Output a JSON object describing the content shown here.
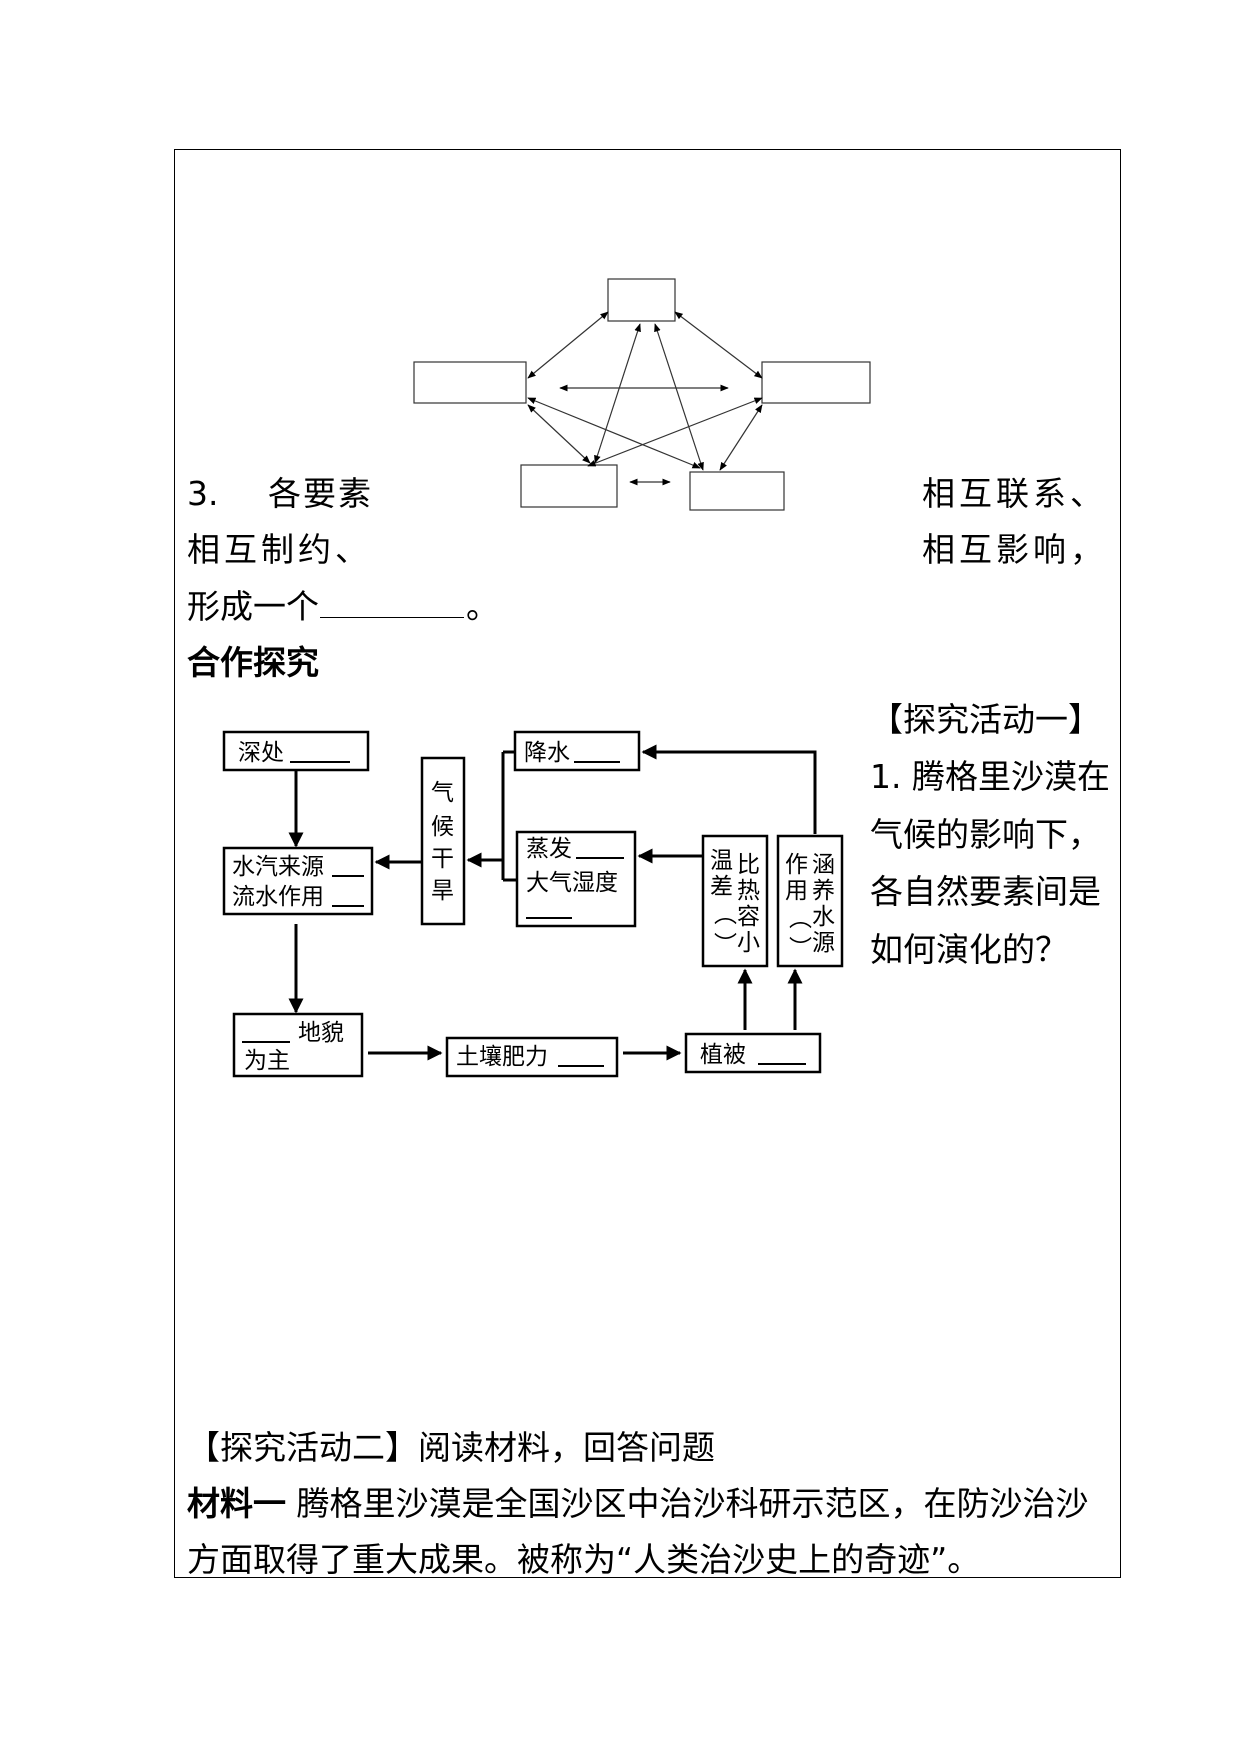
{
  "section3": {
    "num": "3.",
    "part1": "各要素",
    "part2": "相互联系、",
    "line2a": "相互制约、",
    "line2b": "相互影响，",
    "line3": "形成一个",
    "line3_end": "。"
  },
  "heading": "合作探究",
  "activity1": {
    "title": "【探究活动一】",
    "question_lines": [
      "1. 腾格里沙漠在",
      "气候的影响下，",
      "各自然要素间是",
      "如何演化的？"
    ]
  },
  "flow": {
    "shenchu": "深处",
    "shuiqi": "水汽来源",
    "liushui": "流水作用",
    "qihou": [
      "气",
      "候",
      "干",
      "旱"
    ],
    "jiangshui": "降水",
    "zhengfa": "蒸发",
    "daqi": "大气湿度",
    "wencha_col1": [
      "温",
      "差"
    ],
    "wencha_col2": [
      "比",
      "热",
      "容",
      "小"
    ],
    "hanyang_col1": [
      "作",
      "用"
    ],
    "hanyang_col2": [
      "涵",
      "养",
      "水",
      "源"
    ],
    "dimao": "地貌",
    "weizhu": "为主",
    "turang": "土壤肥力",
    "zhibei": "植被"
  },
  "activity2": {
    "title": "【探究活动二】阅读材料，回答问题",
    "material_label": "材料一",
    "material_line1": "腾格里沙漠是全国沙区中治沙科研示范区，在防沙治沙",
    "material_line2": "方面取得了重大成果。被称为“人类治沙史上的奇迹”。"
  }
}
